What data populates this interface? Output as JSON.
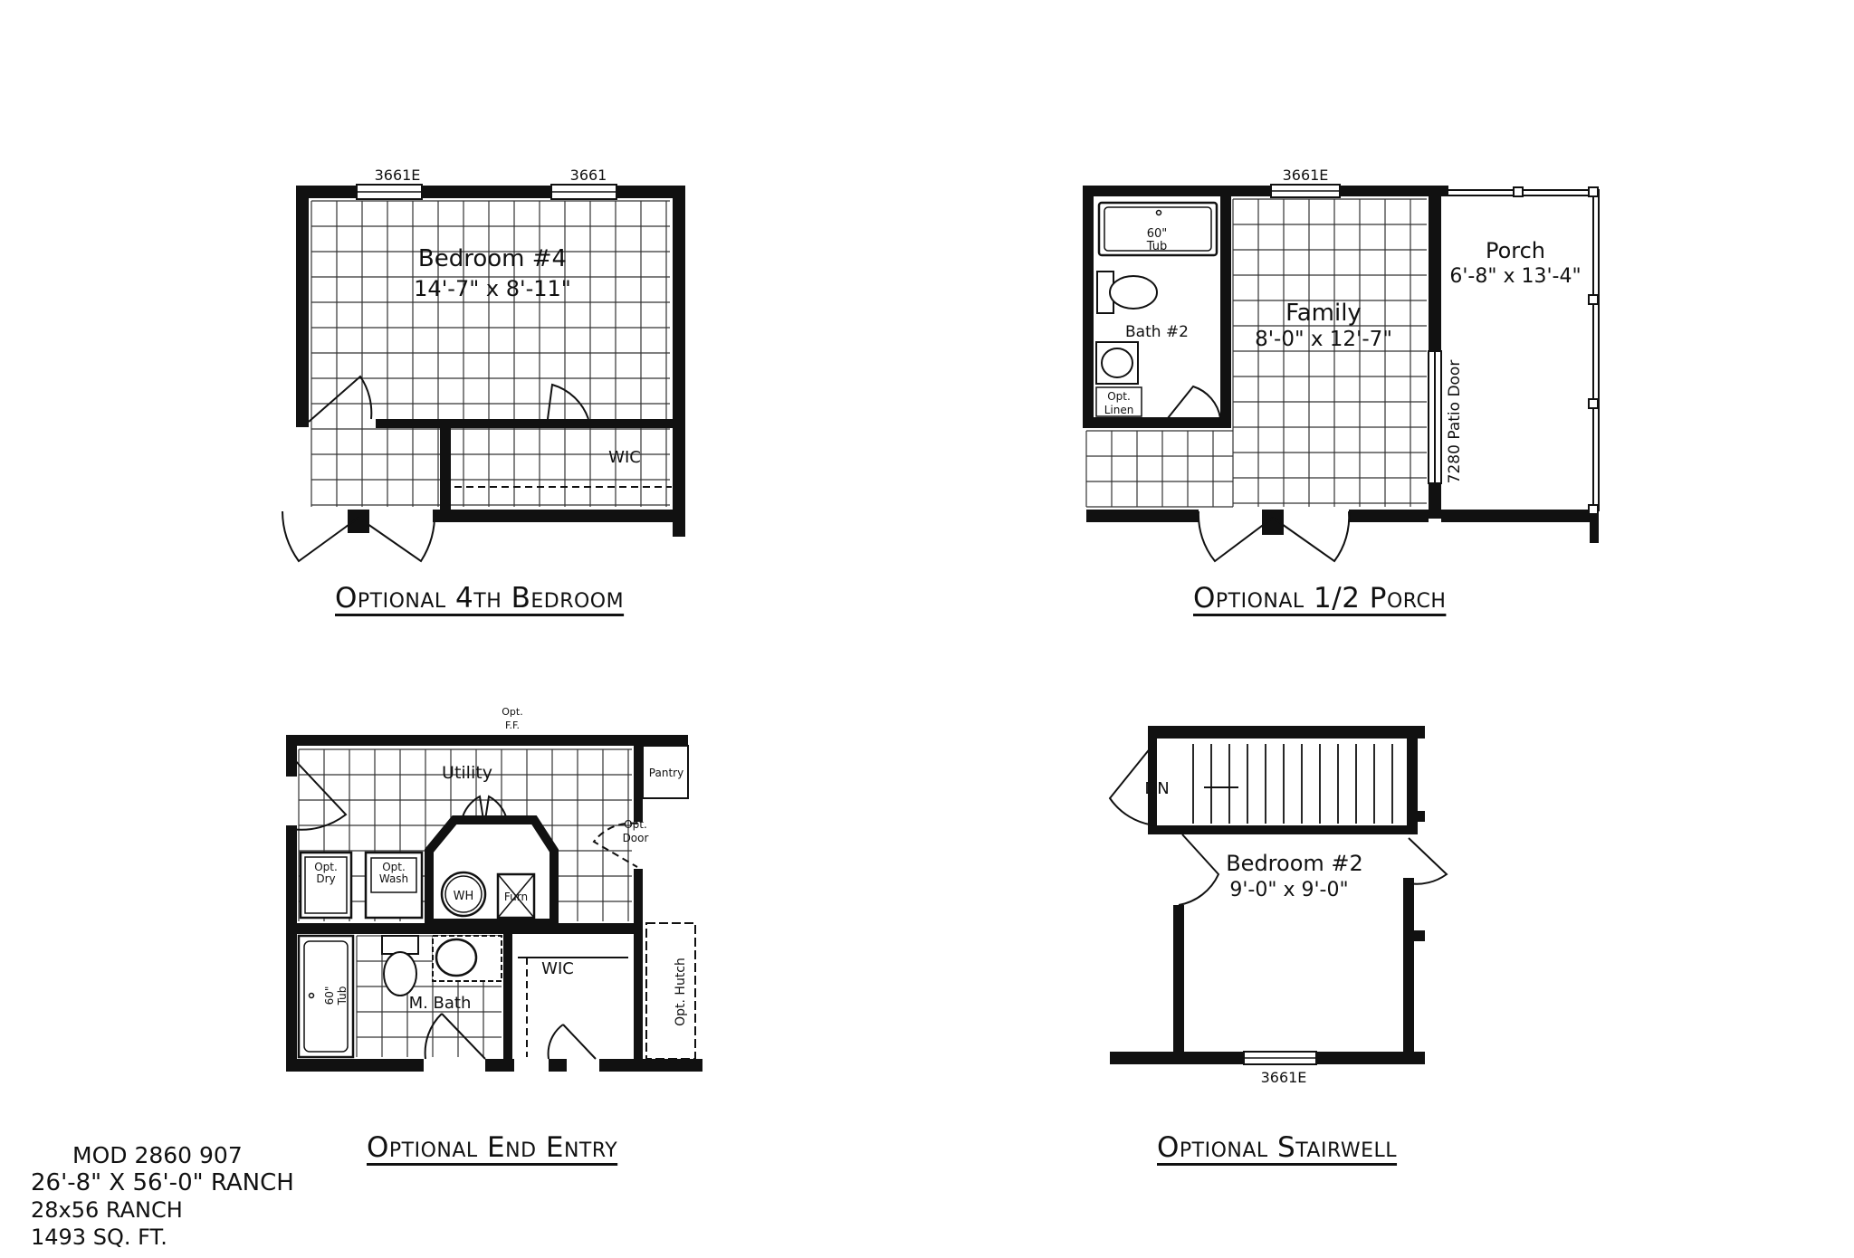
{
  "plans": {
    "bedroom4": {
      "caption": "Optional 4th Bedroom",
      "room": "Bedroom #4",
      "dims": "14'-7\" x 8'-11\"",
      "window_left": "3661E",
      "window_right": "3661",
      "closet": "WIC"
    },
    "porch": {
      "caption": "Optional 1/2 Porch",
      "window": "3661E",
      "tub_size": "60\"",
      "tub": "Tub",
      "bath": "Bath #2",
      "linen_opt": "Opt.",
      "linen": "Linen",
      "family": "Family",
      "family_dims": "8'-0\" x 12'-7\"",
      "porch": "Porch",
      "porch_dims": "6'-8\" x 13'-4\"",
      "patio_door": "7280 Patio Door"
    },
    "end_entry": {
      "caption": "Optional End Entry",
      "ff_opt": "Opt.",
      "ff": "F.F.",
      "utility": "Utility",
      "pantry": "Pantry",
      "door_opt": "Opt.",
      "door": "Door",
      "dry_opt": "Opt.",
      "dry": "Dry",
      "wash_opt": "Opt.",
      "wash": "Wash",
      "wh": "WH",
      "furn": "Furn",
      "tub_size": "60\"",
      "tub": "Tub",
      "mbath": "M. Bath",
      "wic": "WIC",
      "hutch": "Opt. Hutch"
    },
    "stairwell": {
      "caption": "Optional Stairwell",
      "dn": "DN",
      "room": "Bedroom #2",
      "dims": "9'-0\" x 9'-0\"",
      "window": "3661E"
    }
  },
  "model": {
    "line1": "MOD 2860 907",
    "line2": "26'-8\" X 56'-0\" RANCH",
    "line3": "28x56 RANCH",
    "line4": "1493 SQ. FT."
  }
}
